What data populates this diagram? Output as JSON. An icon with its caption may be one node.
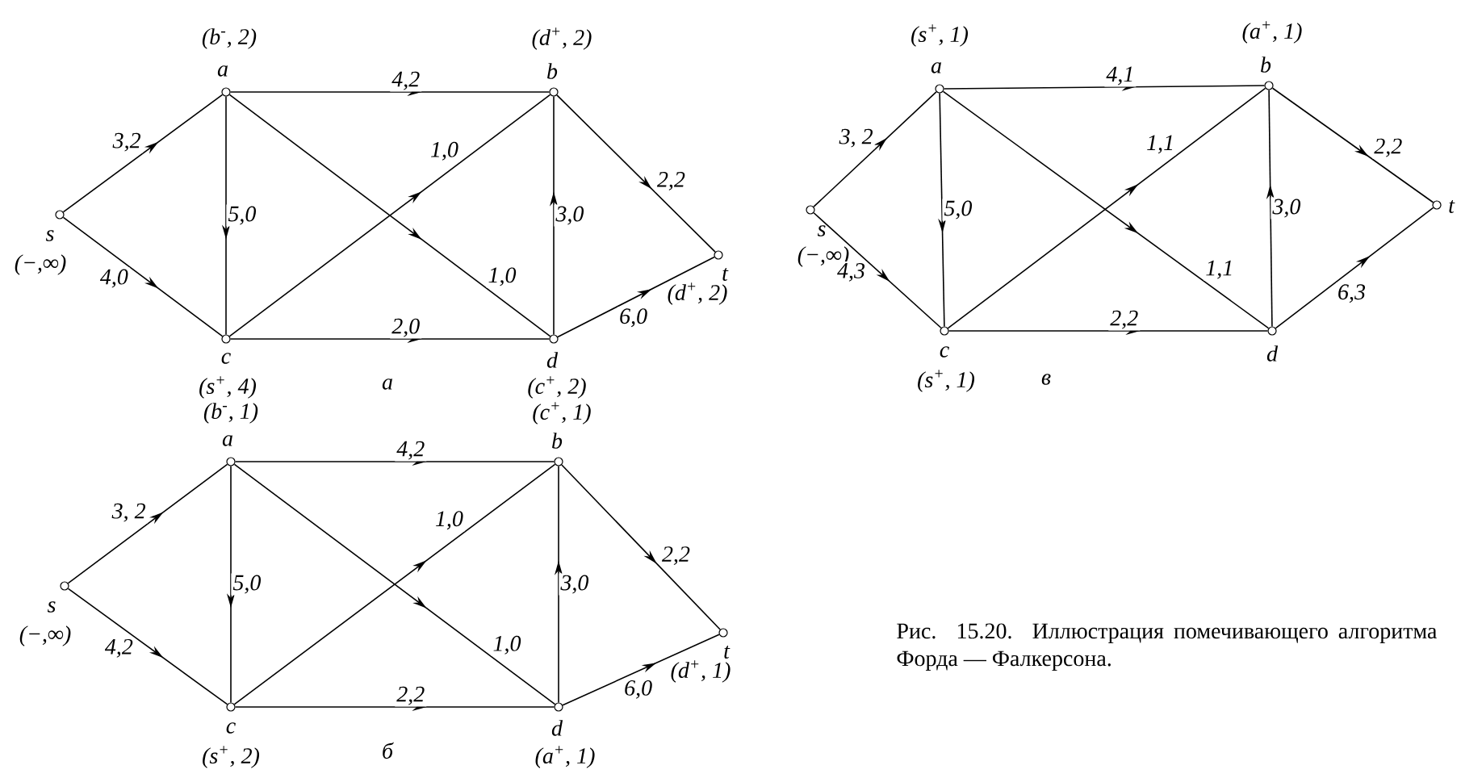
{
  "diagram": {
    "caption": "Рис. 15.20. Иллюстрация помечивающего алгоритма Форда — Фалкерсона.",
    "nodes": [
      {
        "text": [
          "s"
        ],
        "beside": [
          "(−,∞)"
        ]
      },
      {
        "text": [
          "a"
        ],
        "beside": [
          "(b$^{-}$, 2)"
        ]
      },
      {
        "text": [
          "b"
        ],
        "beside": [
          "(d$^{+}$, 2)"
        ]
      },
      {
        "text": [
          "c"
        ],
        "beside": [
          "(s$^{+}$, 4)"
        ]
      },
      {
        "text": [
          "d"
        ],
        "beside": [
          "(c$^{+}$, 2)"
        ]
      },
      {
        "text": [
          "t"
        ],
        "beside": [
          "(d$^{+}$, 2)"
        ]
      },
      {
        "text": [
          "s"
        ],
        "beside": [
          "(−,∞)"
        ]
      },
      {
        "text": [
          "a"
        ],
        "beside": [
          "(b$^{-}$, 1)"
        ]
      },
      {
        "text": [
          "b"
        ],
        "beside": [
          "(c$^{+}$, 1)"
        ]
      },
      {
        "text": [
          "c"
        ],
        "beside": [
          "(s$^{+}$, 2)"
        ]
      },
      {
        "text": [
          "d"
        ],
        "beside": [
          "(a$^{+}$, 1)"
        ]
      },
      {
        "text": [
          "t"
        ],
        "beside": [
          "(d$^{+}$, 1)"
        ]
      },
      {
        "text": [
          "s"
        ],
        "beside": [
          "(−,∞)"
        ]
      },
      {
        "text": [
          "a"
        ],
        "beside": [
          "(s$^{+}$, 1)"
        ]
      },
      {
        "text": [
          "b"
        ],
        "beside": [
          "(a$^{+}$, 1)"
        ]
      },
      {
        "text": [
          "c"
        ],
        "beside": [
          "(s$^{+}$, 1)"
        ]
      },
      {
        "text": [
          "d"
        ]
      },
      {
        "text": [
          "t"
        ]
      }
    ],
    "edges": [
      {
        "from": 0,
        "to": 1,
        "arrow": "to",
        "label": "3,2"
      },
      {
        "from": 0,
        "to": 3,
        "arrow": "to",
        "label": "4,0"
      },
      {
        "from": 1,
        "to": 2,
        "arrow": "to",
        "label": "4,2"
      },
      {
        "from": 1,
        "to": 3,
        "arrow": "to",
        "label": "5,0"
      },
      {
        "from": 1,
        "to": 4,
        "arrow": "to",
        "label": "1,0"
      },
      {
        "from": 3,
        "to": 2,
        "arrow": "to",
        "label": "1,0"
      },
      {
        "from": 3,
        "to": 4,
        "arrow": "to",
        "label": "2,0"
      },
      {
        "from": 4,
        "to": 2,
        "arrow": "to",
        "label": "3,0"
      },
      {
        "from": 2,
        "to": 5,
        "arrow": "to",
        "label": "2,2"
      },
      {
        "from": 4,
        "to": 5,
        "arrow": "to",
        "label": "6,0"
      },
      {
        "from": 6,
        "to": 7,
        "arrow": "to",
        "label": "3, 2"
      },
      {
        "from": 6,
        "to": 9,
        "arrow": "to",
        "label": "4,2"
      },
      {
        "from": 7,
        "to": 8,
        "arrow": "to",
        "label": "4,2"
      },
      {
        "from": 7,
        "to": 9,
        "arrow": "to",
        "label": "5,0"
      },
      {
        "from": 7,
        "to": 10,
        "arrow": "to",
        "label": "1,0"
      },
      {
        "from": 9,
        "to": 8,
        "arrow": "to",
        "label": "1,0"
      },
      {
        "from": 9,
        "to": 10,
        "arrow": "to",
        "label": "2,2"
      },
      {
        "from": 10,
        "to": 8,
        "arrow": "to",
        "label": "3,0"
      },
      {
        "from": 8,
        "to": 11,
        "arrow": "to",
        "label": "2,2"
      },
      {
        "from": 10,
        "to": 11,
        "arrow": "to",
        "label": "6,0"
      },
      {
        "from": 12,
        "to": 13,
        "arrow": "to",
        "label": "3, 2"
      },
      {
        "from": 12,
        "to": 15,
        "arrow": "to",
        "label": "4,3"
      },
      {
        "from": 13,
        "to": 14,
        "arrow": "to",
        "label": "4,1"
      },
      {
        "from": 13,
        "to": 15,
        "arrow": "to",
        "label": "5,0"
      },
      {
        "from": 13,
        "to": 16,
        "arrow": "to",
        "label": "1,1"
      },
      {
        "from": 15,
        "to": 14,
        "arrow": "to",
        "label": "1,1"
      },
      {
        "from": 15,
        "to": 16,
        "arrow": "to",
        "label": "2,2"
      },
      {
        "from": 16,
        "to": 14,
        "arrow": "to",
        "label": "3,0"
      },
      {
        "from": 14,
        "to": 17,
        "arrow": "to",
        "label": "2,2"
      },
      {
        "from": 16,
        "to": 17,
        "arrow": "to",
        "label": "6,3"
      }
    ],
    "labels": [
      "а",
      "б",
      "в"
    ]
  }
}
